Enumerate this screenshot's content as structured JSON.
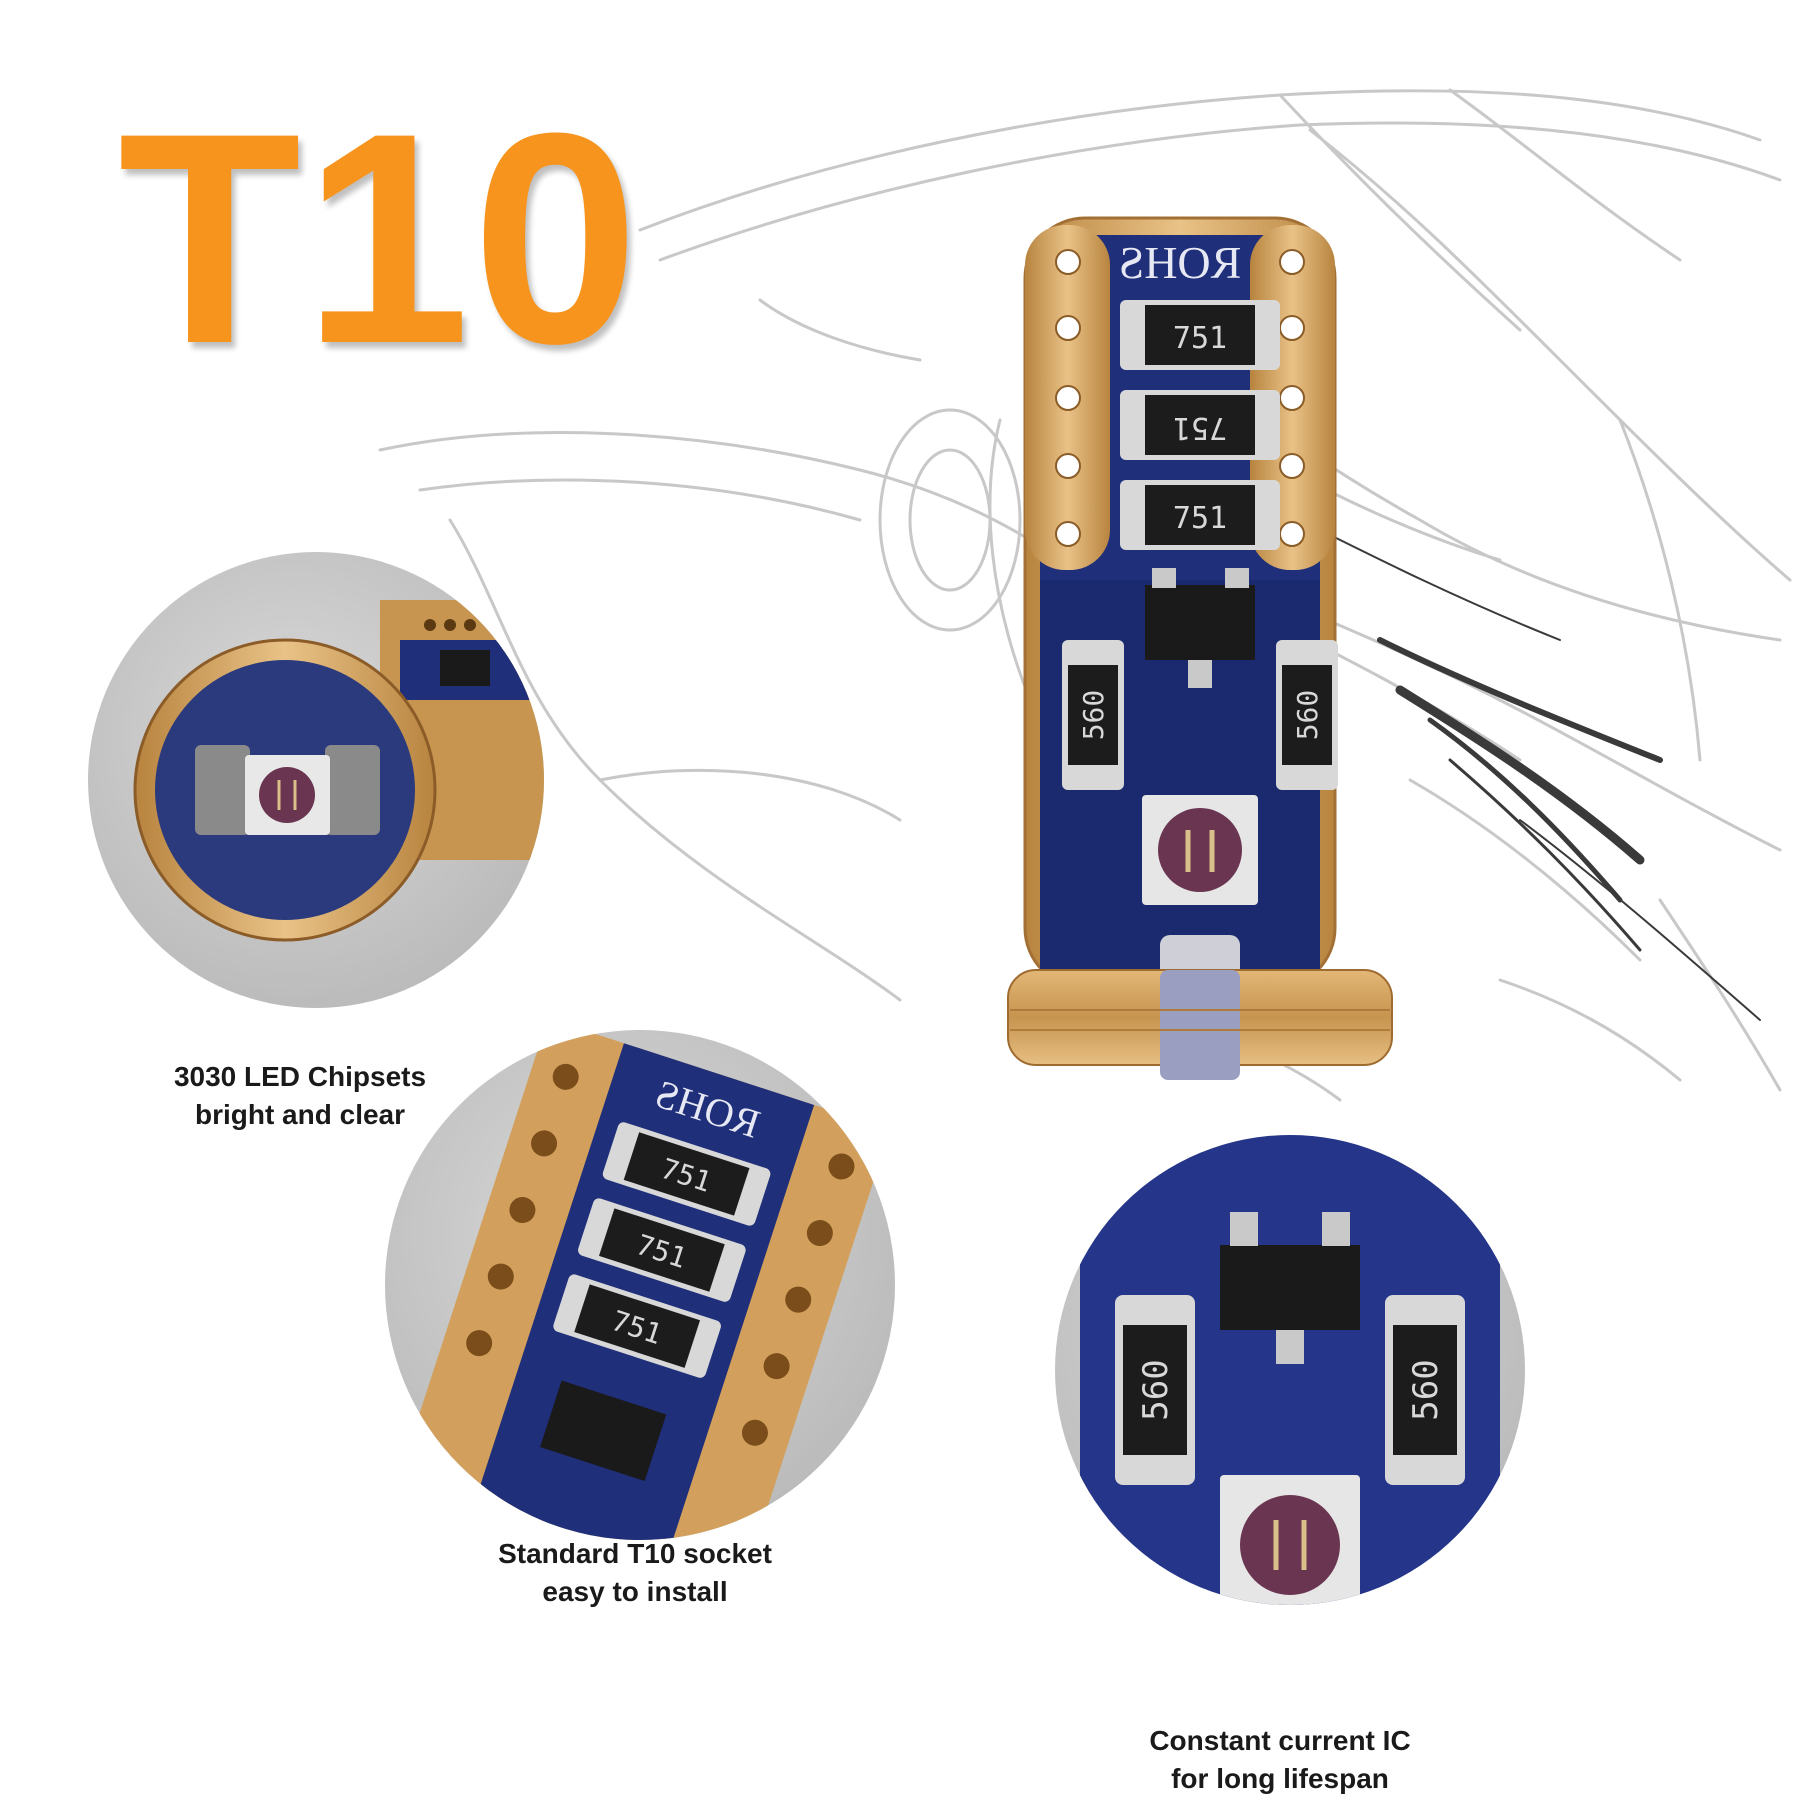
{
  "headline": "T10",
  "features": [
    {
      "line1": "3030 LED Chipsets",
      "line2": "bright and clear"
    },
    {
      "line1": "Standard T10 socket",
      "line2": "easy to install"
    },
    {
      "line1": "Constant current IC",
      "line2": "for long lifespan"
    }
  ],
  "pcb_labels": {
    "rohs": "ROHS",
    "resistor_a": "751",
    "resistor_b": "560"
  },
  "colors": {
    "headline": "#f7941d",
    "pcb_blue": "#1f2f7a",
    "copper": "#d4a463",
    "sketch": "#c8c8c8"
  }
}
